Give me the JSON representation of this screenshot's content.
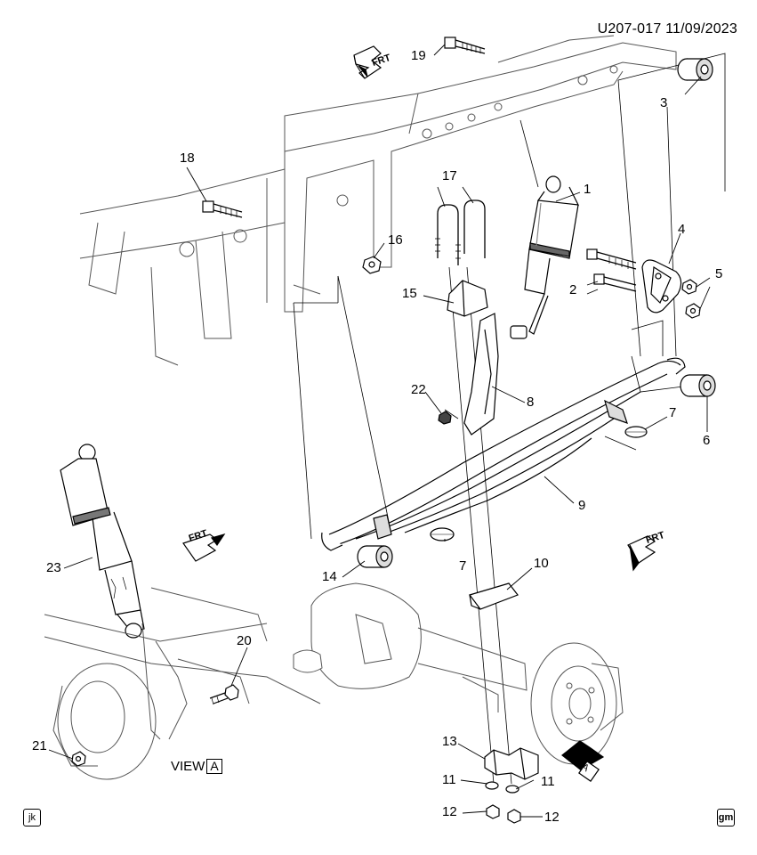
{
  "header": {
    "id_text": "U207-017  11/09/2023"
  },
  "view_label": {
    "text": "VIEW",
    "letter": "A"
  },
  "arrow_view_letter": "A",
  "frt_text": "FRT",
  "corner_badges": {
    "left": "jk",
    "right": "gm"
  },
  "callouts": {
    "c1": "1",
    "c2": "2",
    "c3": "3",
    "c4": "4",
    "c5": "5",
    "c6": "6",
    "c7a": "7",
    "c7b": "7",
    "c8": "8",
    "c9": "9",
    "c10": "10",
    "c11a": "11",
    "c11b": "11",
    "c12a": "12",
    "c12b": "12",
    "c13": "13",
    "c14": "14",
    "c15": "15",
    "c16": "16",
    "c17": "17",
    "c18": "18",
    "c19": "19",
    "c20": "20",
    "c21": "21",
    "c22": "22",
    "c23": "23"
  },
  "colors": {
    "line": "#000000",
    "shade": "#bfbfbf",
    "background": "#ffffff"
  }
}
